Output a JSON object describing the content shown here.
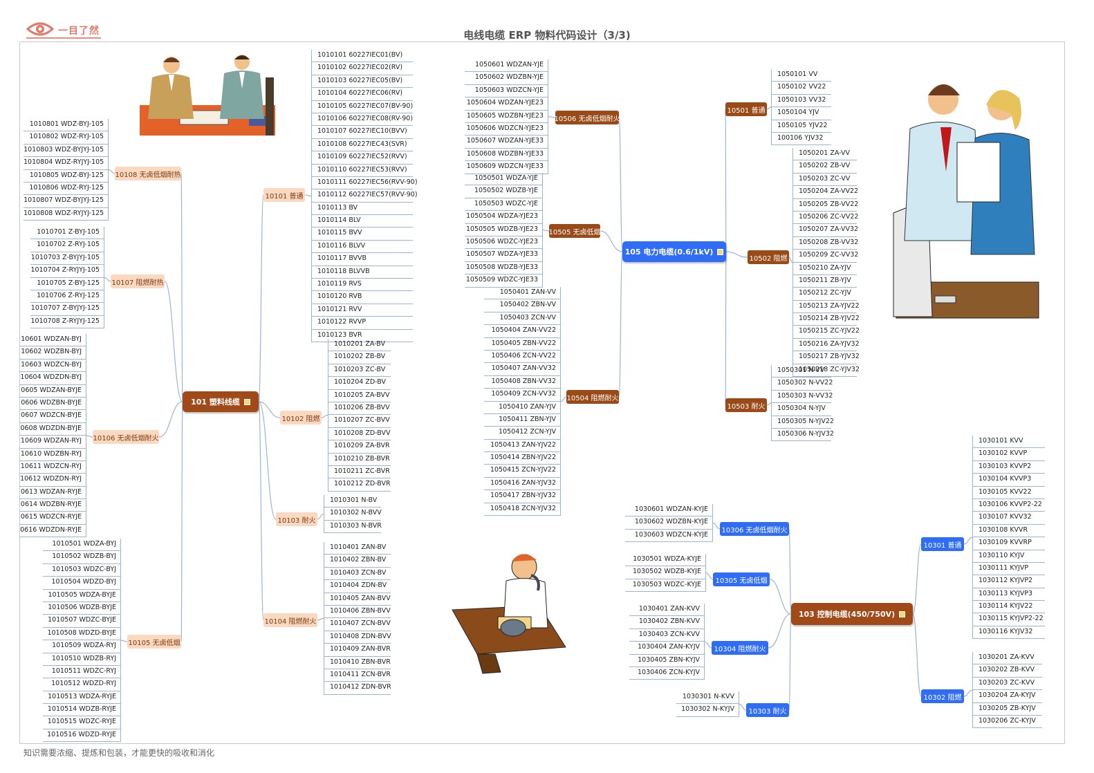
{
  "header": {
    "logo_text": "一目了然",
    "title": "电线电缆 ERP 物料代码设计（3/3)",
    "footer": "知识需要浓缩、提炼和包装，才能更快的吸收和消化"
  },
  "colors": {
    "brown": "#a04a1a",
    "peach": "#fbd9c0",
    "blue": "#2f6df6",
    "line": "#9ab5d4"
  },
  "icons": [
    "eye-icon",
    "flag-icon"
  ],
  "centers": {
    "c101": {
      "label": "101 塑料线缆"
    },
    "c105": {
      "label": "105 电力电缆(0.6/1kV)"
    },
    "c103": {
      "label": "103 控制电缆(450/750V)"
    }
  },
  "branches": {
    "b10101": {
      "label": "10101 普通",
      "leaves": [
        "1010101 60227IEC01(BV)",
        "1010102 60227IEC02(RV)",
        "1010103 60227IEC05(BV)",
        "1010104 60227IEC06(RV)",
        "1010105 60227IEC07(BV-90)",
        "1010106 60227IEC08(RV-90)",
        "1010107 60227IEC10(BVV)",
        "1010108 60227IEC43(SVR)",
        "1010109 60227IEC52(RVV)",
        "1010110 60227IEC53(RVV)",
        "1010111 60227IEC56(RVV-90)",
        "1010112 60227IEC57(RVV-90)",
        "1010113 BV",
        "1010114 BLV",
        "1010115 BVV",
        "1010116 BLVV",
        "1010117 BVVB",
        "1010118 BLVVB",
        "1010119 RVS",
        "1010120 RVB",
        "1010121 RVV",
        "1010122 RVVP",
        "1010123 BVR"
      ]
    },
    "b10102": {
      "label": "10102 阻燃",
      "leaves": [
        "1010201 ZA-BV",
        "1010202 ZB-BV",
        "1010203 ZC-BV",
        "1010204 ZD-BV",
        "1010205 ZA-BVV",
        "1010206 ZB-BVV",
        "1010207 ZC-BVV",
        "1010208 ZD-BVV",
        "1010209 ZA-BVR",
        "1010210 ZB-BVR",
        "1010211 ZC-BVR",
        "1010212 ZD-BVR"
      ]
    },
    "b10103": {
      "label": "10103 耐火",
      "leaves": [
        "1010301 N-BV",
        "1010302 N-BVV",
        "1010303 N-BVR"
      ]
    },
    "b10104": {
      "label": "10104 阻燃耐火",
      "leaves": [
        "1010401 ZAN-BV",
        "1010402 ZBN-BV",
        "1010403 ZCN-BV",
        "1010404 ZDN-BV",
        "1010405 ZAN-BVV",
        "1010406 ZBN-BVV",
        "1010407 ZCN-BVV",
        "1010408 ZDN-BVV",
        "1010409 ZAN-BVR",
        "1010410 ZBN-BVR",
        "1010411 ZCN-BVR",
        "1010412 ZDN-BVR"
      ]
    },
    "b10108": {
      "label": "10108 无卤低烟耐热",
      "leaves": [
        "1010801 WDZ-BYJ-105",
        "1010802 WDZ-RYJ-105",
        "1010803 WDZ-BYJYJ-105",
        "1010804 WDZ-RYJYJ-105",
        "1010805 WDZ-BYJ-125",
        "1010806 WDZ-RYJ-125",
        "1010807 WDZ-BYJYJ-125",
        "1010808 WDZ-RYJYJ-125"
      ]
    },
    "b10107": {
      "label": "10107 阻燃耐热",
      "leaves": [
        "1010701 Z-BYJ-105",
        "1010702 Z-RYJ-105",
        "1010703 Z-BYJYJ-105",
        "1010704 Z-RYJYJ-105",
        "1010705 Z-BYJ-125",
        "1010706 Z-RYJ-125",
        "1010707 Z-BYJYJ-125",
        "1010708 Z-RYJYJ-125"
      ]
    },
    "b10106": {
      "label": "10106 无卤低烟耐火",
      "leaves": [
        "10601 WDZAN-BYJ",
        "10602 WDZBN-BYJ",
        "10603 WDZCN-BYJ",
        "10604 WDZDN-BYJ",
        "0605 WDZAN-BYJE",
        "0606 WDZBN-BYJE",
        "0607 WDZCN-BYJE",
        "0608 WDZDN-BYJE",
        "10609 WDZAN-RYJ",
        "10610 WDZBN-RYJ",
        "10611 WDZCN-RYJ",
        "10612 WDZDN-RYJ",
        "0613 WDZAN-RYJE",
        "0614 WDZBN-RYJE",
        "0615 WDZCN-RYJE",
        "0616 WDZDN-RYJE"
      ]
    },
    "b10105": {
      "label": "10105 无卤低烟",
      "leaves": [
        "1010501 WDZA-BYJ",
        "1010502 WDZB-BYJ",
        "1010503 WDZC-BYJ",
        "1010504 WDZD-BYJ",
        "1010505 WDZA-BYJE",
        "1010506 WDZB-BYJE",
        "1010507 WDZC-BYJE",
        "1010508 WDZD-BYJE",
        "1010509 WDZA-RYJ",
        "1010510 WDZB-RYJ",
        "1010511 WDZC-RYJ",
        "1010512 WDZD-RYJ",
        "1010513 WDZA-RYJE",
        "1010514 WDZB-RYJE",
        "1010515 WDZC-RYJE",
        "1010516 WDZD-RYJE"
      ]
    },
    "b10506": {
      "label": "10506 无卤低烟耐火",
      "leaves": [
        "1050601 WDZAN-YJE",
        "1050602 WDZBN-YJE",
        "1050603 WDZCN-YJE",
        "1050604 WDZAN-YJE23",
        "1050605 WDZBN-YJE23",
        "1050606 WDZCN-YJE23",
        "1050607 WDZAN-YJE33",
        "1050608 WDZBN-YJE33",
        "1050609 WDZCN-YJE33"
      ]
    },
    "b10505": {
      "label": "10505 无卤低烟",
      "leaves": [
        "1050501 WDZA-YJE",
        "1050502 WDZB-YJE",
        "1050503 WDZC-YJE",
        "1050504 WDZA-YJE23",
        "1050505 WDZB-YJE23",
        "1050506 WDZC-YJE23",
        "1050507 WDZA-YJE33",
        "1050508 WDZB-YJE33",
        "1050509 WDZC-YJE33"
      ]
    },
    "b10504": {
      "label": "10504 阻燃耐火",
      "leaves": [
        "1050401 ZAN-VV",
        "1050402 ZBN-VV",
        "1050403 ZCN-VV",
        "1050404 ZAN-VV22",
        "1050405 ZBN-VV22",
        "1050406 ZCN-VV22",
        "1050407 ZAN-VV32",
        "1050408 ZBN-VV32",
        "1050409 ZCN-VV32",
        "1050410 ZAN-YJV",
        "1050411 ZBN-YJV",
        "1050412 ZCN-YJV",
        "1050413 ZAN-YJV22",
        "1050414 ZBN-YJV22",
        "1050415 ZCN-YJV22",
        "1050416 ZAN-YJV32",
        "1050417 ZBN-YJV32",
        "1050418 ZCN-YJV32"
      ]
    },
    "b10501": {
      "label": "10501 普通",
      "leaves": [
        "1050101 VV",
        "1050102 VV22",
        "1050103 VV32",
        "1050104 YJV",
        "1050105 YJV22",
        "100106 YJV32"
      ]
    },
    "b10502": {
      "label": "10502 阻燃",
      "leaves": [
        "1050201 ZA-VV",
        "1050202 ZB-VV",
        "1050203 ZC-VV",
        "1050204 ZA-VV22",
        "1050205 ZB-VV22",
        "1050206 ZC-VV22",
        "1050207 ZA-VV32",
        "1050208 ZB-VV32",
        "1050209 ZC-VV32",
        "1050210 ZA-YJV",
        "1050211 ZB-YJV",
        "1050212 ZC-YJV",
        "1050213 ZA-YJV22",
        "1050214 ZB-YJV22",
        "1050215 ZC-YJV22",
        "1050216 ZA-YJV32",
        "1050217 ZB-YJV32",
        "1050218 ZC-YJV32"
      ]
    },
    "b10503": {
      "label": "10503 耐火",
      "leaves": [
        "1050301 N-VV",
        "1050302 N-VV22",
        "1050303 N-VV32",
        "1050304 N-YJV",
        "1050305 N-YJV22",
        "1050306 N-YJV32"
      ]
    },
    "b10306": {
      "label": "10306 无卤低烟耐火",
      "leaves": [
        "1030601 WDZAN-KYJE",
        "1030602 WDZBN-KYJE",
        "1030603 WDZCN-KYJE"
      ]
    },
    "b10305": {
      "label": "10305 无卤低烟",
      "leaves": [
        "1030501 WDZA-KYJE",
        "1030502 WDZB-KYJE",
        "1030503 WDZC-KYJE"
      ]
    },
    "b10304": {
      "label": "10304 阻燃耐火",
      "leaves": [
        "1030401 ZAN-KVV",
        "1030402 ZBN-KVV",
        "1030403 ZCN-KVV",
        "1030404 ZAN-KYJV",
        "1030405 ZBN-KYJV",
        "1030406 ZCN-KYJV"
      ]
    },
    "b10303": {
      "label": "10303 耐火",
      "leaves": [
        "1030301 N-KVV",
        "1030302 N-KYJV"
      ]
    },
    "b10301": {
      "label": "10301 普通",
      "leaves": [
        "1030101 KVV",
        "1030102 KVVP",
        "1030103 KVVP2",
        "1030104 KVVP3",
        "1030105 KVV22",
        "1030106 KVVP2-22",
        "1030107 KVV32",
        "1030108 KVVR",
        "1030109 KVVRP",
        "1030110 KYJV",
        "1030111 KYJVP",
        "1030112 KYJVP2",
        "1030113 KYJVP3",
        "1030114 KYJV22",
        "1030115 KYJVP2-22",
        "1030116 KYJV32"
      ]
    },
    "b10302": {
      "label": "10302 阻燃",
      "leaves": [
        "1030201 ZA-KVV",
        "1030202 ZB-KVV",
        "1030203 ZC-KVV",
        "1030204 ZA-KYJV",
        "1030205 ZB-KYJV",
        "1030206 ZC-KYJV"
      ]
    }
  }
}
